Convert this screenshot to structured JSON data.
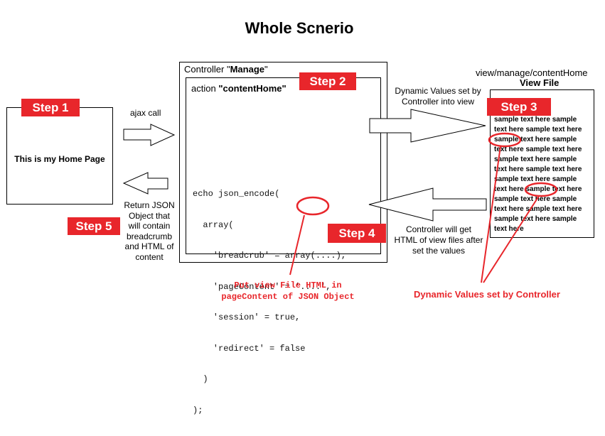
{
  "title": "Whole Scnerio",
  "home": {
    "step_label": "Step 1",
    "text": "This is my Home Page"
  },
  "ajax_call": "ajax call",
  "return_text": [
    "Return JSON",
    "Object that",
    "will contain",
    "breadcrumb",
    "and HTML of",
    "content"
  ],
  "step5_label": "Step 5",
  "controller": {
    "label_prefix": "Controller \"",
    "label_name": "Manage",
    "label_suffix": "\"",
    "action_prefix": "action ",
    "action_name": "\"contentHome\"",
    "step2_label": "Step 2",
    "step4_label": "Step 4",
    "code_lines": [
      "echo json_encode(",
      "  array(",
      "    'breadcrub' = array(....),",
      "    'pageContent' = '....',",
      "    'session' = true,",
      "    'redirect' = false",
      "  )",
      ");"
    ]
  },
  "dynamic_text": [
    "Dynamic Values set by",
    "Controller into view"
  ],
  "get_html_text": [
    "Controller will get",
    "HTML of view files after",
    "set the values"
  ],
  "view": {
    "path": "view/manage/contentHome",
    "title": "View File",
    "step3_label": "Step 3",
    "sample_lines": [
      "sample text here sample",
      "text here sample text here",
      "sample text here sample",
      "text here sample text here",
      "sample text here sample",
      "text here sample text here",
      "sample text here sample",
      "text here sample text here",
      "sample text here sample",
      "text here sample text here",
      "sample text here sample",
      "text here"
    ]
  },
  "annotation_view_html": [
    "Put view File HTML in",
    "pageContent of JSON Object"
  ],
  "annotation_dynamic": "Dynamic Values set by Controller",
  "colors": {
    "accent": "#e8262b"
  }
}
